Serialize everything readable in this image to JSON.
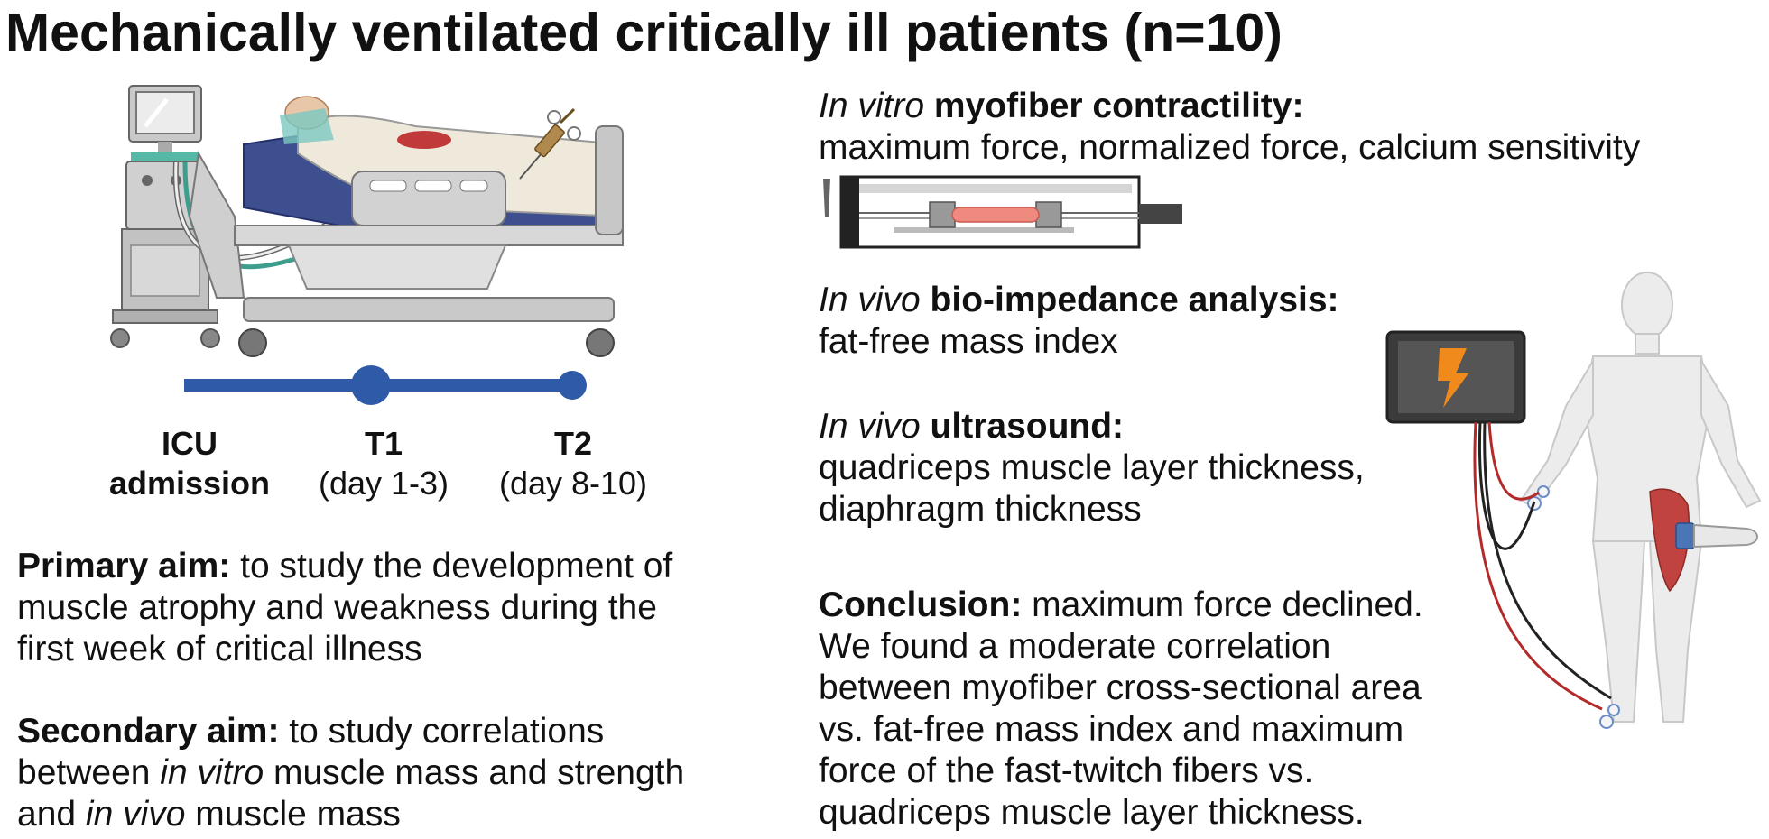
{
  "title": "Mechanically ventilated critically ill patients (n=10)",
  "timeline": {
    "points": [
      {
        "label_line1": "ICU",
        "label_line2": "admission"
      },
      {
        "label": "T1",
        "sub": "(day 1-3)"
      },
      {
        "label": "T2",
        "sub": "(day 8-10)"
      }
    ],
    "color": "#2f5aa8"
  },
  "aims": {
    "primary": {
      "label": "Primary aim:",
      "line1": " to study the development of",
      "line2": "muscle atrophy and weakness during the",
      "line3": "first week of critical illness"
    },
    "secondary": {
      "label": "Secondary aim:",
      "line1": " to study correlations",
      "line2_italic": "between ",
      "line2_i": "in vitro",
      "line2_rest": " muscle mass and strength",
      "line3_pre": "and ",
      "line3_i": "in vivo",
      "line3_rest": " muscle mass"
    }
  },
  "methods": [
    {
      "prefix": "In vitro",
      "name": " myofiber contractility:",
      "detail": "maximum force, normalized force, calcium sensitivity"
    },
    {
      "prefix": "In vivo",
      "name": " bio-impedance analysis:",
      "detail": "fat-free mass index"
    },
    {
      "prefix": "In vivo",
      "name": " ultrasound:",
      "detail_line1": "quadriceps muscle layer thickness,",
      "detail_line2": "diaphragm thickness"
    }
  ],
  "conclusion": {
    "label": "Conclusion:",
    "line1": " maximum force declined.",
    "line2": "We found a moderate correlation",
    "line3": "between myofiber cross-sectional area",
    "line4": "vs. fat-free mass index and maximum",
    "line5": "force of the fast-twitch fibers vs.",
    "line6": "quadriceps muscle layer thickness."
  },
  "icons": {
    "ventilator": "ventilator-icon",
    "bed": "hospital-bed-icon",
    "syringe": "syringe-icon",
    "myofiber": "myofiber-apparatus-icon",
    "monitor": "bia-monitor-icon",
    "body": "human-body-icon",
    "ultrasound": "ultrasound-probe-icon"
  }
}
